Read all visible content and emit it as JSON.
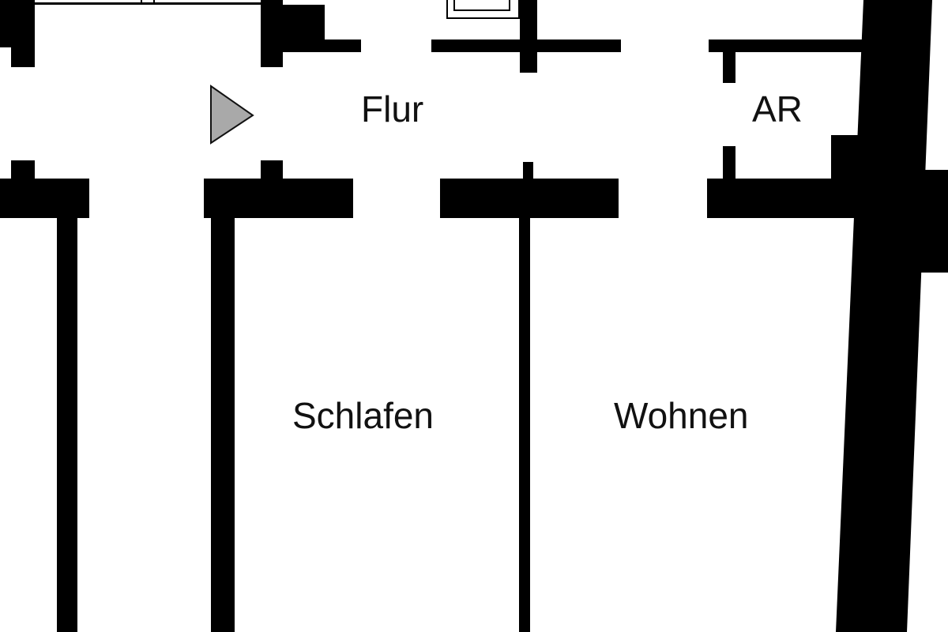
{
  "rooms": {
    "flur": "Flur",
    "ar": "AR",
    "schlafen": "Schlafen",
    "wohnen": "Wohnen"
  },
  "entrance_marker": {
    "icon": "triangle-right-icon",
    "color": "#a9a9a9"
  },
  "colors": {
    "wall": "#000000",
    "background": "#ffffff"
  }
}
